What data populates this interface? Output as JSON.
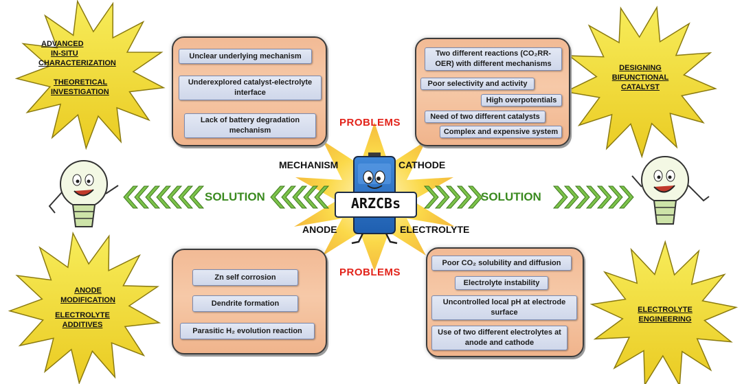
{
  "top_left_panel": {
    "items": [
      "Unclear underlying mechanism",
      "Underexplored catalyst-electrolyte interface",
      "Lack of battery degradation mechanism"
    ]
  },
  "top_right_panel": {
    "items": [
      "Two different reactions (CO₂RR-OER) with different mechanisms",
      "Poor selectivity and activity",
      "High overpotentials",
      "Need of two different catalysts",
      "Complex and expensive system"
    ]
  },
  "bottom_left_panel": {
    "items": [
      "Zn self corrosion",
      "Dendrite formation",
      "Parasitic H₂ evolution reaction"
    ]
  },
  "bottom_right_panel": {
    "items": [
      "Poor CO₂ solubility and diffusion",
      "Electrolyte instability",
      "Uncontrolled local pH at electrode surface",
      "Use of two different electrolytes at anode and cathode"
    ]
  },
  "problems_label_top": "PROBLEMS",
  "problems_label_bottom": "PROBLEMS",
  "solution_left": "SOLUTION",
  "solution_right": "SOLUTION",
  "center": {
    "battery_label": "ARZCBs",
    "mechanism": "MECHANISM",
    "cathode": "CATHODE",
    "anode": "ANODE",
    "electrolyte": "ELECTROLYTE"
  },
  "stars": {
    "top_left": [
      "ADVANCED",
      "IN-SITU",
      "CHARACTERIZATION",
      "THEORETICAL",
      "INVESTIGATION"
    ],
    "top_right": [
      "DESIGNING",
      "BIFUNCTIONAL",
      "CATALYST"
    ],
    "bottom_left": [
      "ANODE",
      "MODIFICATION",
      "ELECTROLYTE",
      "ADDITIVES"
    ],
    "bottom_right": [
      "ELECTROLYTE",
      "ENGINEERING"
    ]
  },
  "colors": {
    "star_fill": "#f2e23a",
    "problems_red": "#e2231a",
    "solution_green": "#3a8a1f",
    "panel_orange": "#f4c19f",
    "box_blue": "#d6ddee",
    "burst_yellow": "#f7d23c"
  }
}
